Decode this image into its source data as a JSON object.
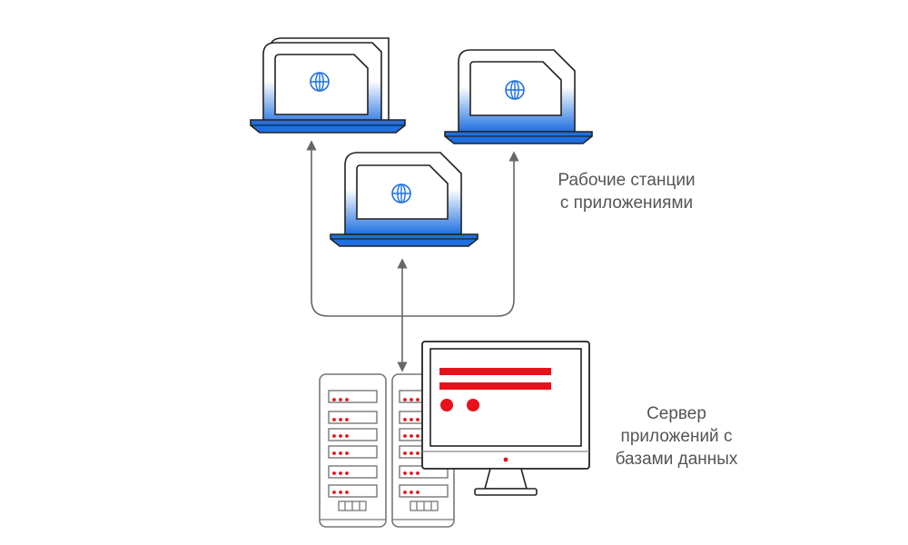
{
  "labels": {
    "workstations": [
      "Рабочие станции",
      "с приложениями"
    ],
    "server": [
      "Сервер",
      "приложений с",
      "базами данных"
    ]
  },
  "icons": {
    "laptop": "laptop-with-globe-icon",
    "server_rack": "server-rack-icon",
    "monitor": "desktop-monitor-icon"
  },
  "colors": {
    "accent_blue": "#1f6fe0",
    "accent_red": "#e8101a",
    "outline": "#222222",
    "connector": "#666666",
    "text": "#555555"
  }
}
